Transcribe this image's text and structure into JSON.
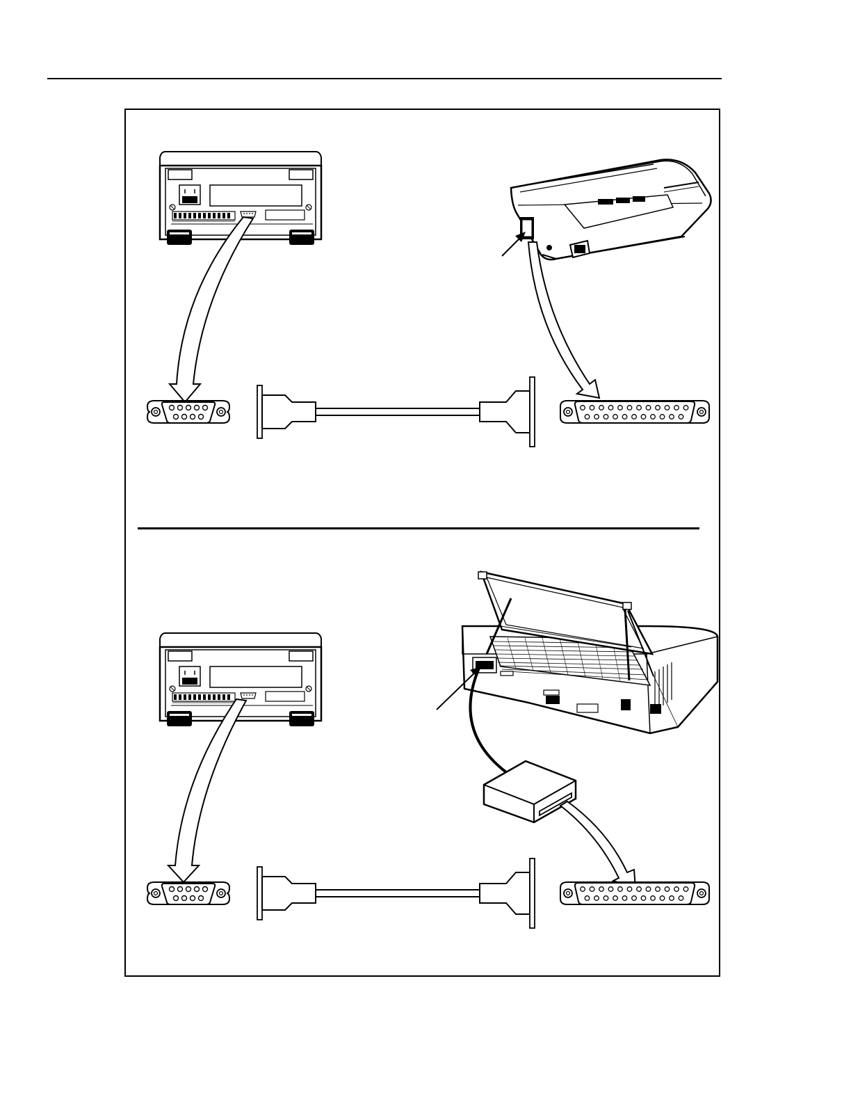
{
  "figure": {
    "panels": [
      {
        "id": "upper",
        "instrument": "instrument-rear-panel",
        "printer": "portable-printer",
        "cable": "serial-cable"
      },
      {
        "id": "lower",
        "instrument": "instrument-rear-panel",
        "printer": "dot-matrix-printer",
        "adapter": "serial-interface-box",
        "cable": "serial-cable"
      }
    ],
    "connectors": {
      "instrument_side": "DB-9",
      "printer_side": "DB-25"
    },
    "stroke_color": "#000000"
  }
}
